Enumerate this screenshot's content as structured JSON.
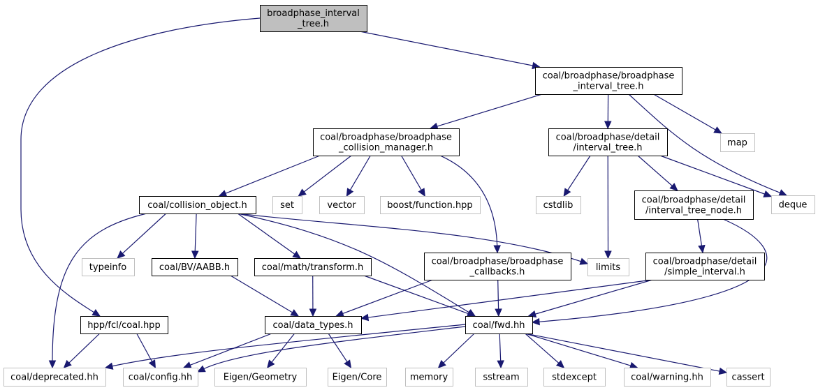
{
  "diagram": {
    "title": "broadphase_interval_tree.h include dependency graph",
    "colors": {
      "edge": "#191970",
      "root_fill": "#bfbfbf",
      "local_border": "#000000",
      "system_border": "#bfbfbf"
    },
    "nodes": [
      {
        "id": "root",
        "kind": "root",
        "lines": [
          "broadphase_interval",
          "_tree.h"
        ]
      },
      {
        "id": "bp_interval_tree",
        "kind": "local",
        "lines": [
          "coal/broadphase/broadphase",
          "_interval_tree.h"
        ]
      },
      {
        "id": "bp_collision_manager",
        "kind": "local",
        "lines": [
          "coal/broadphase/broadphase",
          "_collision_manager.h"
        ]
      },
      {
        "id": "detail_interval_tree",
        "kind": "local",
        "lines": [
          "coal/broadphase/detail",
          "/interval_tree.h"
        ]
      },
      {
        "id": "map",
        "kind": "system",
        "lines": [
          "map"
        ]
      },
      {
        "id": "deque",
        "kind": "system",
        "lines": [
          "deque"
        ]
      },
      {
        "id": "collision_object",
        "kind": "local",
        "lines": [
          "coal/collision_object.h"
        ]
      },
      {
        "id": "set",
        "kind": "system",
        "lines": [
          "set"
        ]
      },
      {
        "id": "vector",
        "kind": "system",
        "lines": [
          "vector"
        ]
      },
      {
        "id": "boost_function",
        "kind": "system",
        "lines": [
          "boost/function.hpp"
        ]
      },
      {
        "id": "cstdlib",
        "kind": "system",
        "lines": [
          "cstdlib"
        ]
      },
      {
        "id": "interval_tree_node",
        "kind": "local",
        "lines": [
          "coal/broadphase/detail",
          "/interval_tree_node.h"
        ]
      },
      {
        "id": "typeinfo",
        "kind": "system",
        "lines": [
          "typeinfo"
        ]
      },
      {
        "id": "aabb",
        "kind": "local",
        "lines": [
          "coal/BV/AABB.h"
        ]
      },
      {
        "id": "transform",
        "kind": "local",
        "lines": [
          "coal/math/transform.h"
        ]
      },
      {
        "id": "bp_callbacks",
        "kind": "local",
        "lines": [
          "coal/broadphase/broadphase",
          "_callbacks.h"
        ]
      },
      {
        "id": "limits",
        "kind": "system",
        "lines": [
          "limits"
        ]
      },
      {
        "id": "simple_interval",
        "kind": "local",
        "lines": [
          "coal/broadphase/detail",
          "/simple_interval.h"
        ]
      },
      {
        "id": "hpp_fcl_coal",
        "kind": "local",
        "lines": [
          "hpp/fcl/coal.hpp"
        ]
      },
      {
        "id": "data_types",
        "kind": "local",
        "lines": [
          "coal/data_types.h"
        ]
      },
      {
        "id": "fwd",
        "kind": "local",
        "lines": [
          "coal/fwd.hh"
        ]
      },
      {
        "id": "deprecated",
        "kind": "system",
        "lines": [
          "coal/deprecated.hh"
        ]
      },
      {
        "id": "config",
        "kind": "system",
        "lines": [
          "coal/config.hh"
        ]
      },
      {
        "id": "eigen_geometry",
        "kind": "system",
        "lines": [
          "Eigen/Geometry"
        ]
      },
      {
        "id": "eigen_core",
        "kind": "system",
        "lines": [
          "Eigen/Core"
        ]
      },
      {
        "id": "memory",
        "kind": "system",
        "lines": [
          "memory"
        ]
      },
      {
        "id": "sstream",
        "kind": "system",
        "lines": [
          "sstream"
        ]
      },
      {
        "id": "stdexcept",
        "kind": "system",
        "lines": [
          "stdexcept"
        ]
      },
      {
        "id": "warning",
        "kind": "system",
        "lines": [
          "coal/warning.hh"
        ]
      },
      {
        "id": "cassert",
        "kind": "system",
        "lines": [
          "cassert"
        ]
      }
    ],
    "edges": [
      [
        "root",
        "bp_interval_tree"
      ],
      [
        "root",
        "hpp_fcl_coal"
      ],
      [
        "bp_interval_tree",
        "bp_collision_manager"
      ],
      [
        "bp_interval_tree",
        "detail_interval_tree"
      ],
      [
        "bp_interval_tree",
        "map"
      ],
      [
        "bp_interval_tree",
        "deque"
      ],
      [
        "bp_collision_manager",
        "collision_object"
      ],
      [
        "bp_collision_manager",
        "set"
      ],
      [
        "bp_collision_manager",
        "vector"
      ],
      [
        "bp_collision_manager",
        "boost_function"
      ],
      [
        "bp_collision_manager",
        "bp_callbacks"
      ],
      [
        "detail_interval_tree",
        "cstdlib"
      ],
      [
        "detail_interval_tree",
        "limits"
      ],
      [
        "detail_interval_tree",
        "interval_tree_node"
      ],
      [
        "detail_interval_tree",
        "deque"
      ],
      [
        "collision_object",
        "deprecated"
      ],
      [
        "collision_object",
        "typeinfo"
      ],
      [
        "collision_object",
        "aabb"
      ],
      [
        "collision_object",
        "transform"
      ],
      [
        "collision_object",
        "limits"
      ],
      [
        "collision_object",
        "fwd"
      ],
      [
        "interval_tree_node",
        "simple_interval"
      ],
      [
        "interval_tree_node",
        "fwd"
      ],
      [
        "aabb",
        "data_types"
      ],
      [
        "transform",
        "data_types"
      ],
      [
        "transform",
        "fwd"
      ],
      [
        "bp_callbacks",
        "data_types"
      ],
      [
        "bp_callbacks",
        "fwd"
      ],
      [
        "simple_interval",
        "data_types"
      ],
      [
        "simple_interval",
        "fwd"
      ],
      [
        "hpp_fcl_coal",
        "deprecated"
      ],
      [
        "hpp_fcl_coal",
        "config"
      ],
      [
        "data_types",
        "config"
      ],
      [
        "data_types",
        "eigen_geometry"
      ],
      [
        "data_types",
        "eigen_core"
      ],
      [
        "fwd",
        "deprecated"
      ],
      [
        "fwd",
        "config"
      ],
      [
        "fwd",
        "memory"
      ],
      [
        "fwd",
        "sstream"
      ],
      [
        "fwd",
        "stdexcept"
      ],
      [
        "fwd",
        "warning"
      ],
      [
        "fwd",
        "cassert"
      ]
    ]
  }
}
